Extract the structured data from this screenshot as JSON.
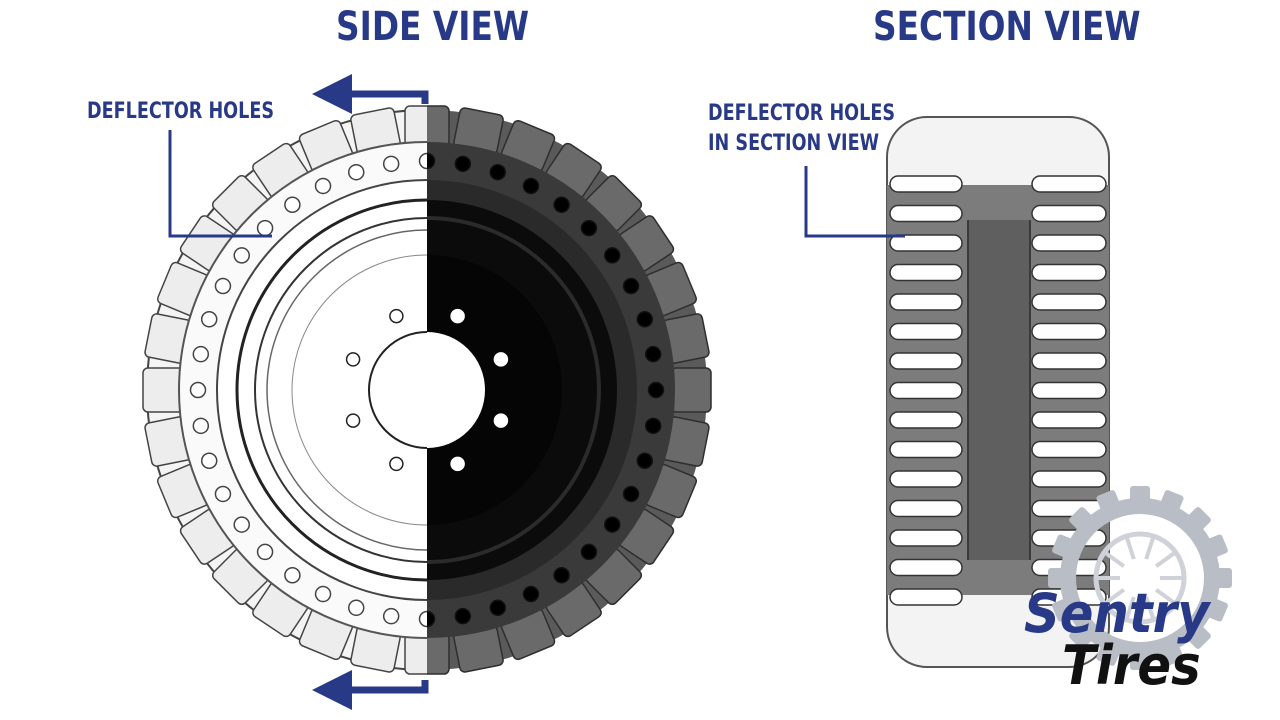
{
  "titles": {
    "side": "SIDE VIEW",
    "section": "SECTION VIEW"
  },
  "callouts": {
    "side": "DEFLECTOR HOLES",
    "section_line1": "DEFLECTOR HOLES",
    "section_line2": "IN SECTION VIEW"
  },
  "logo": {
    "word1": "Sentry",
    "word2": "Tires"
  },
  "colors": {
    "accent": "#283a87",
    "dark": "#111111"
  },
  "icons": {
    "rotation_arrows": "arrow-left-icon",
    "logo_mark": "gear-tire-icon"
  }
}
